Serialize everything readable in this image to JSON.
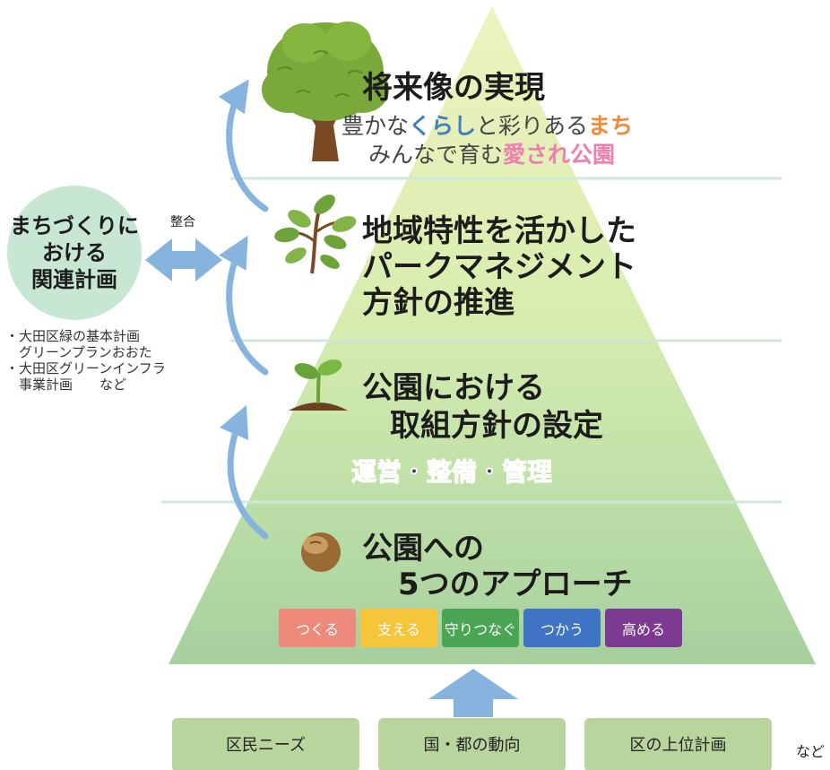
{
  "pyramid": {
    "level4": {
      "title": "将来像の実現",
      "line1": [
        "豊かな",
        "くらし",
        "と彩りある",
        "まち"
      ],
      "line2": [
        "みんなで育む",
        "愛され公園"
      ]
    },
    "level3": {
      "title_lines": [
        "地域特性を活かした",
        "パークマネジメント",
        "方針の推進"
      ]
    },
    "level2": {
      "title_lines": [
        "公園における",
        "取組方針の設定"
      ],
      "tags": [
        {
          "label": "運営",
          "color": "#93cc6b"
        },
        {
          "sep": "・"
        },
        {
          "label": "整備",
          "color": "#ee8a5a"
        },
        {
          "sep": "・"
        },
        {
          "label": "管理",
          "color": "#8fb2e2"
        }
      ]
    },
    "level1": {
      "title_lines": [
        "公園への",
        "5つのアプローチ"
      ],
      "approaches": [
        {
          "label": "つくる",
          "color": "#ee8a7c"
        },
        {
          "label": "支える",
          "color": "#f7c53a"
        },
        {
          "label": "守りつなぐ",
          "color": "#4aa654"
        },
        {
          "label": "つかう",
          "color": "#3f73c4"
        },
        {
          "label": "高める",
          "color": "#7c3a91"
        }
      ]
    }
  },
  "side": {
    "circle_text": "まちづくりに\nおける\n関連計画",
    "arrow_label": "整合",
    "notes": [
      "・大田区緑の基本計画",
      "　グリーンプランおおた",
      "・大田区グリーンインフラ",
      "　事業計画　　など"
    ]
  },
  "inputs": {
    "boxes": [
      "区民ニーズ",
      "国・都の動向",
      "区の上位計画"
    ],
    "etc": "など"
  },
  "colors": {
    "pyramid_top": "#e6efb5",
    "pyramid_mid": "#c7e7ae",
    "pyramid_low": "#b4dca5",
    "pyramid_base": "#a6cf9e",
    "arrow": "#86b4df",
    "divider": "#cfe8d8"
  },
  "icons": {
    "level4": "tree-icon",
    "level3": "plant-icon",
    "level2": "sprout-icon",
    "level1": "seed-icon"
  }
}
